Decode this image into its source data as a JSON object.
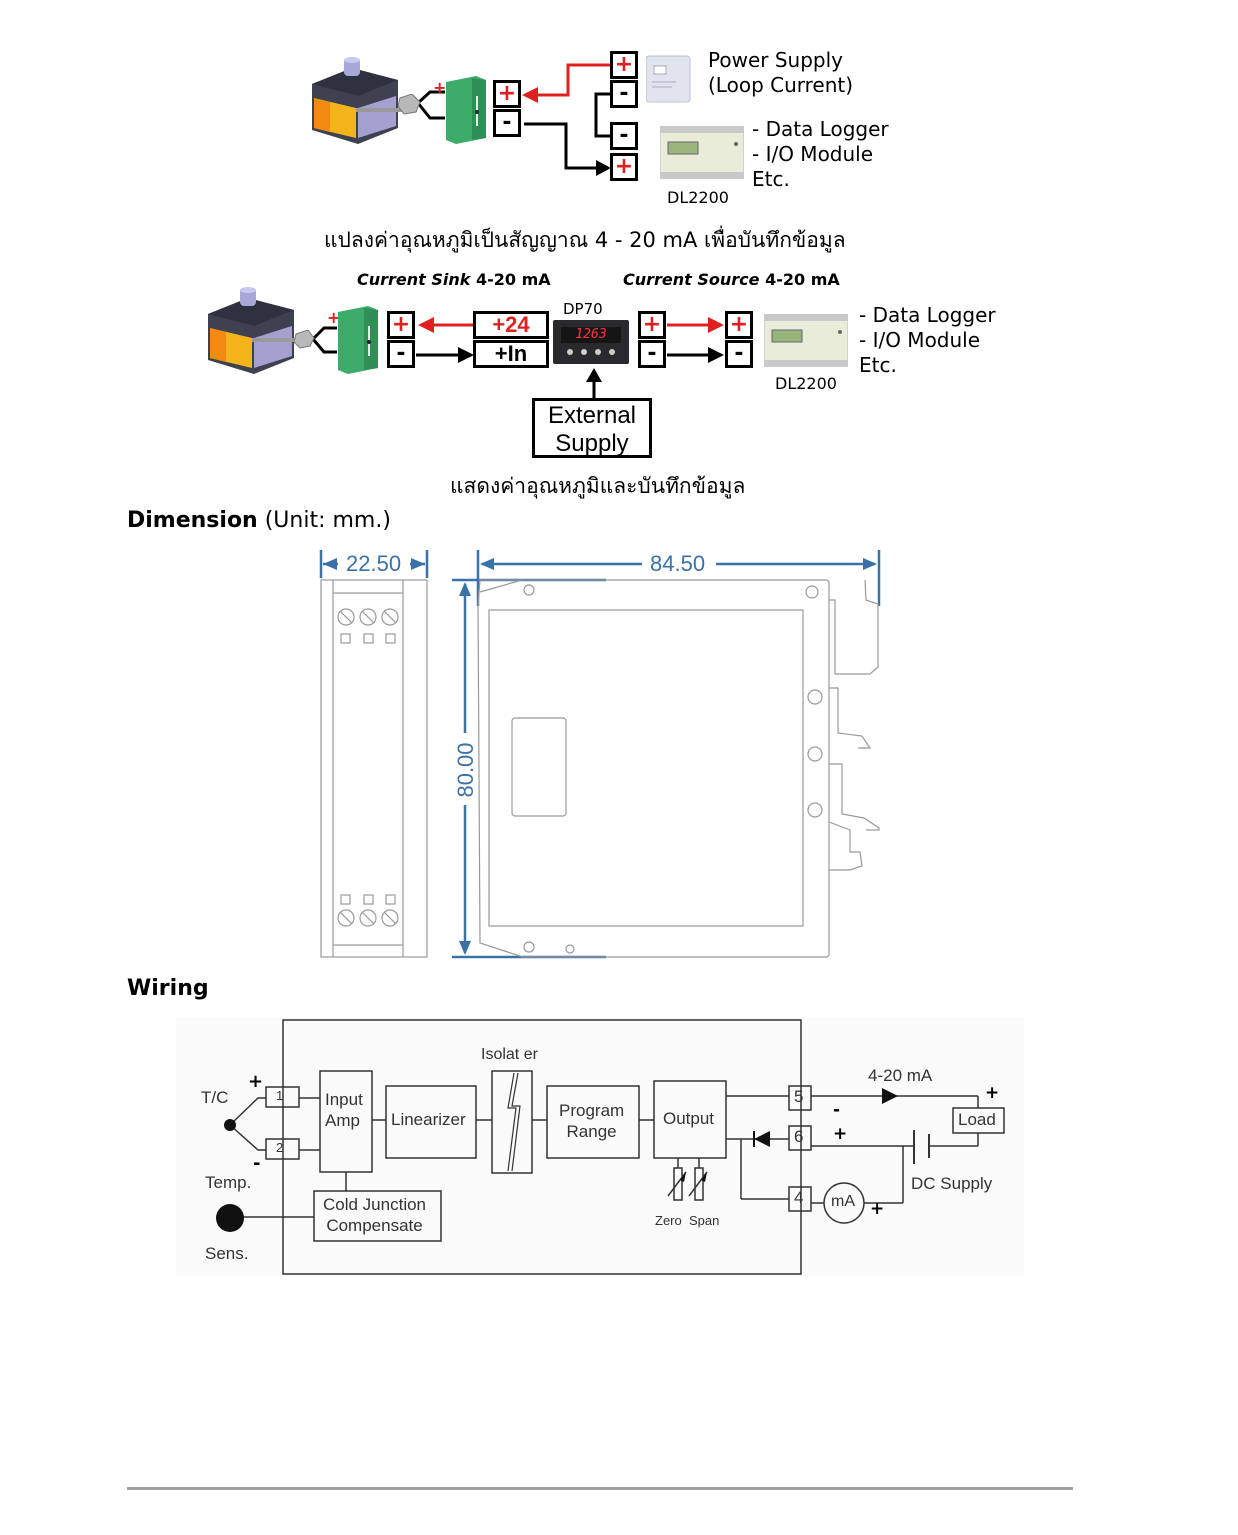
{
  "diagram1": {
    "power_supply_label": [
      "Power Supply",
      "(Loop Current)"
    ],
    "logger_label": [
      "- Data Logger",
      "- I/O Module",
      "Etc."
    ],
    "logger_model": "DL2200",
    "plus": "+",
    "minus": "-",
    "caption": "แปลงค่าอุณหภูมิเป็นสัญญาณ 4 - 20 mA เพื่อบันทึกข้อมูล"
  },
  "diagram2": {
    "sink_label_italic": "Current Sink",
    "sink_label_normal": " 4-20 mA",
    "source_label_italic": "Current Source",
    "source_label_normal": " 4-20 mA",
    "meter_model": "DP70",
    "meter_display": "1263",
    "terminal_24": "+24",
    "terminal_in": "+In",
    "external_supply": [
      "External",
      "Supply"
    ],
    "logger_label": [
      "- Data Logger",
      "- I/O Module",
      "Etc."
    ],
    "logger_model": "DL2200",
    "plus": "+",
    "minus": "-",
    "caption": "แสดงค่าอุณหภูมิและบันทึกข้อมูล"
  },
  "dimension": {
    "heading_bold": "Dimension",
    "heading_normal": " (Unit: mm.)",
    "width_side": "22.50",
    "width_front": "84.50",
    "height": "80.00",
    "dim_color": "#3a72a8"
  },
  "wiring": {
    "heading": "Wiring",
    "tc_label": "T/C",
    "plus": "+",
    "minus": "-",
    "temp_label": "Temp.",
    "sens_label": "Sens.",
    "terminals": [
      "1",
      "2",
      "5",
      "6",
      "4"
    ],
    "input_amp": [
      "Input",
      "Amp"
    ],
    "linearizer": "Linearizer",
    "isolator": "Isolat er",
    "program_range": [
      "Program",
      "Range"
    ],
    "output": "Output",
    "cold_junction": [
      "Cold Junction",
      "Compensate"
    ],
    "zero": "Zero",
    "span": "Span",
    "current_label": "4-20 mA",
    "load": "Load",
    "dc_supply": "DC Supply",
    "meter": "mA"
  }
}
